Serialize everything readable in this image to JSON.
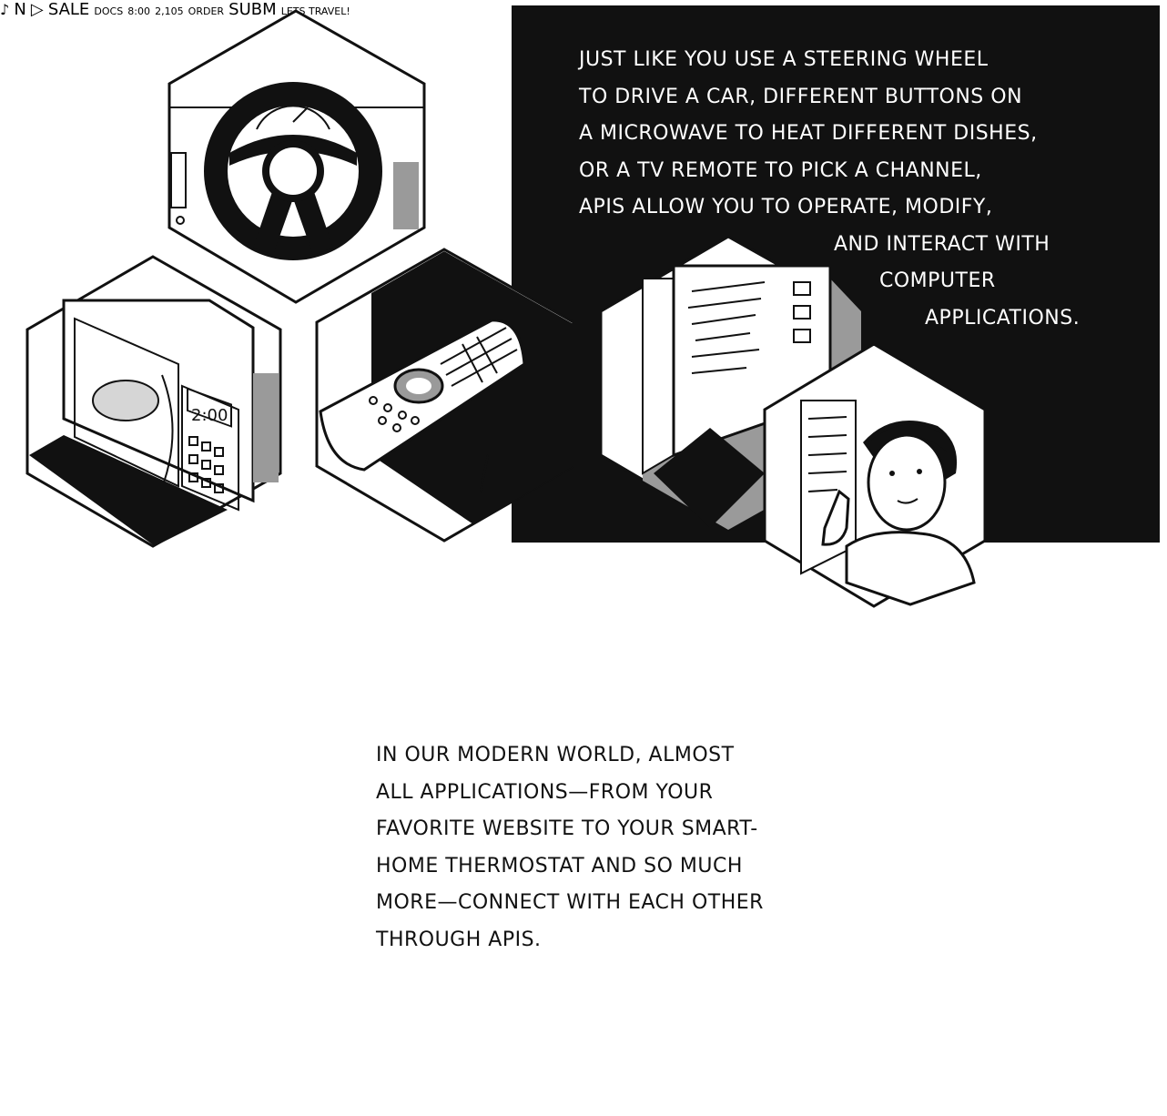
{
  "panel_top": {
    "caption_lines": [
      "JUST LIKE YOU USE A STEERING WHEEL",
      "TO DRIVE A CAR, DIFFERENT BUTTONS ON",
      "A MICROWAVE TO HEAT DIFFERENT DISHES,",
      "OR A TV REMOTE TO PICK A CHANNEL,",
      "APIs ALLOW YOU TO OPERATE, MODIFY,",
      "AND INTERACT WITH",
      "COMPUTER",
      "APPLICATIONS."
    ],
    "microwave_display": "2:00"
  },
  "panel_bottom": {
    "caption_lines": [
      "IN OUR MODERN WORLD, ALMOST",
      "ALL APPLICATIONS—FROM YOUR",
      "FAVORITE WEBSITE TO YOUR SMART-",
      "HOME THERMOSTAT AND SO MUCH",
      "MORE—CONNECT WITH EACH OTHER",
      "THROUGH APIs."
    ],
    "sale_label": "SALE",
    "submit_label": "SUBM",
    "docs_label": "DOCS",
    "travel_bubble": "LETS TRAVEL!",
    "streaming_letter_n": "N",
    "order_label": "ORDER",
    "price_label": "2,105",
    "time_label": "8:00"
  },
  "colors": {
    "ink": "#111111",
    "paper": "#ffffff",
    "shade": "#9a9a9a"
  },
  "icons": [
    "steering-wheel-icon",
    "microwave-icon",
    "tv-remote-icon",
    "person-icon",
    "music-note-icon",
    "bank-icon",
    "eye-icon",
    "heart-icon",
    "share-icon",
    "chat-icon"
  ]
}
